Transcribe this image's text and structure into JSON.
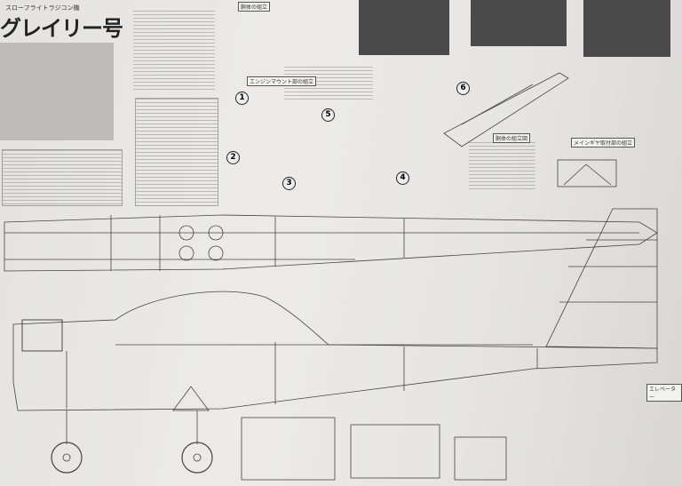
{
  "header": {
    "subtitle": "スローフライトラジコン機",
    "title": "グレイリー号"
  },
  "sections": {
    "fuselage_assembly": "胴体の組立",
    "engine_mount_assembly": "エンジンマウント部の組立",
    "fuselage_assembly_drawing": "胴体の組立図",
    "main_gear_mount_assembly": "メインギヤ取付部の組立",
    "elevator": "エレベーター"
  },
  "steps": [
    "1",
    "2",
    "3",
    "4",
    "5",
    "6"
  ]
}
